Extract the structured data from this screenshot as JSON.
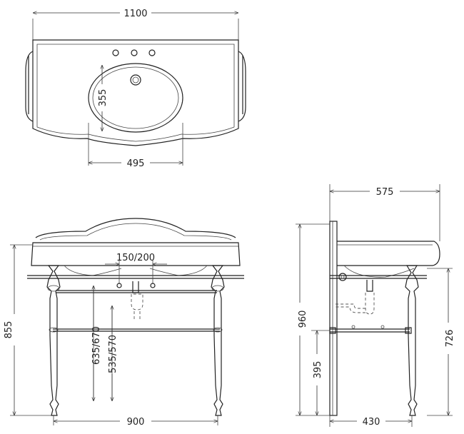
{
  "dimensions": {
    "top_width": "1100",
    "bowl_depth": "355",
    "bowl_width": "495",
    "tap_spacing": "150/200",
    "front_height": "855",
    "height_a": "635/670",
    "height_b": "535/570",
    "front_width": "900",
    "side_depth": "575",
    "side_height": "960",
    "side_overall": "726",
    "shelf_height": "395",
    "side_base": "430"
  },
  "colors": {
    "line": "#222222",
    "background": "#ffffff"
  }
}
